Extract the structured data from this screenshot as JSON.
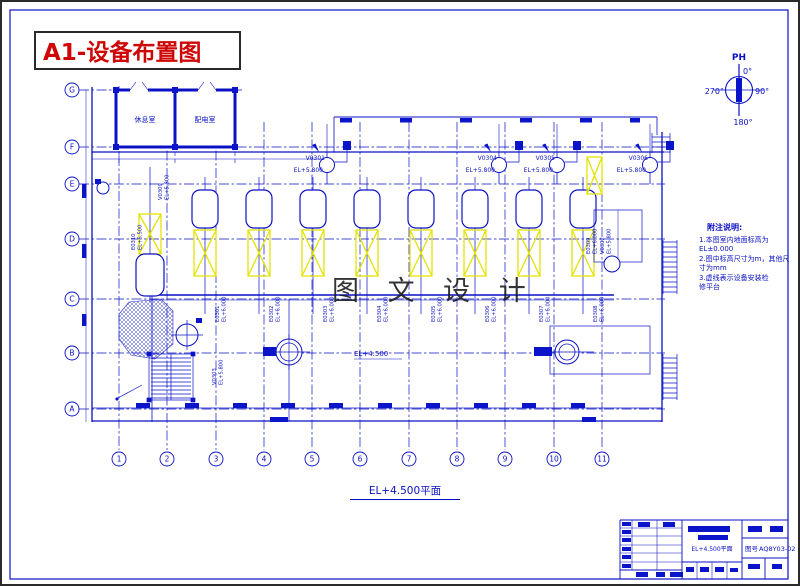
{
  "page": {
    "title": "A1-设备布置图",
    "caption": "EL+4.500平面",
    "watermark": "图 文 设 计",
    "floor_el": "EL+4.500"
  },
  "compass": {
    "label": "PH",
    "deg0": "0°",
    "deg90": "90°",
    "deg180": "180°",
    "deg270": "270°"
  },
  "grid": {
    "rows": [
      "G",
      "F",
      "E",
      "D",
      "C",
      "B",
      "A"
    ],
    "cols": [
      "1",
      "2",
      "3",
      "4",
      "5",
      "6",
      "7",
      "8",
      "9",
      "10",
      "11"
    ]
  },
  "rooms": [
    {
      "label": "休息室"
    },
    {
      "label": "配电室"
    }
  ],
  "vessels": [
    {
      "tag": "E0301",
      "el": "EL+6.000"
    },
    {
      "tag": "E0302",
      "el": "EL+6.000"
    },
    {
      "tag": "E0303",
      "el": "EL+6.000"
    },
    {
      "tag": "E0304",
      "el": "EL+6.000"
    },
    {
      "tag": "E0305",
      "el": "EL+6.000"
    },
    {
      "tag": "E0306",
      "el": "EL+6.000"
    },
    {
      "tag": "E0307",
      "el": "EL+6.000"
    },
    {
      "tag": "E0308",
      "el": "EL+6.000"
    }
  ],
  "left_vessel": {
    "tag": "E0310",
    "el": "EL+5.500",
    "valve_tag": "V0309",
    "valve_el": "EL+5.800"
  },
  "valves": [
    {
      "tag": "V0301",
      "el": "EL+5.800"
    },
    {
      "tag": "V0304",
      "el": "EL+5.800"
    },
    {
      "tag": "V0305",
      "el": "EL+5.800"
    },
    {
      "tag": "V0306",
      "el": "EL+5.800"
    }
  ],
  "aux_equipment": {
    "stair_valve_tag": "V0303",
    "stair_valve_el": "EL+5.800",
    "right_tag": "E0309",
    "right_el": "EL+6.000",
    "right_valve_tag": "V0302",
    "right_valve_el": "EL+5.800"
  },
  "notes": {
    "title": "附注说明:",
    "lines": [
      "1.本图室内地面标高为",
      "EL±0.000",
      "2.图中标高尺寸为m，其他尺",
      "寸为mm",
      "3.虚线表示设备安装检",
      "修平台"
    ]
  },
  "titleblock": {
    "no_label": "图号",
    "drawing_no": "AQ8Y03-02",
    "subtitle": "EL+4.500平面"
  }
}
